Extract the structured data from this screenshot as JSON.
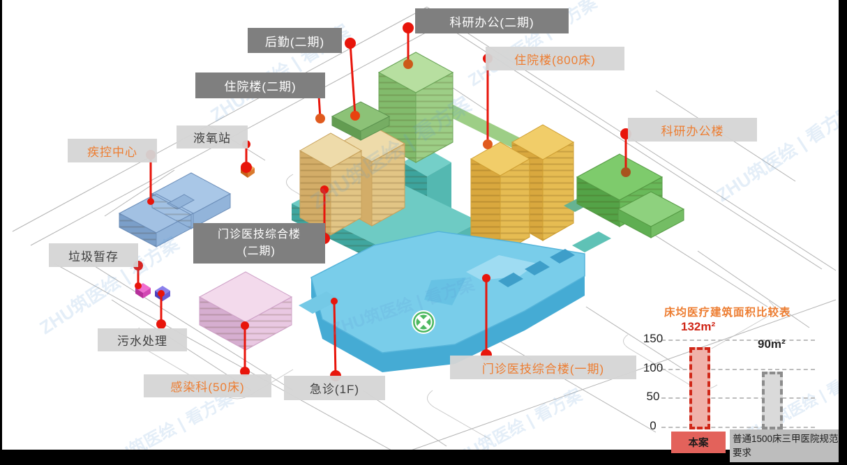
{
  "watermark": {
    "text": "ZHU筑医绘 | 看方案"
  },
  "labels": {
    "keyan_erqi": "科研办公(二期)",
    "houqin_erqi": "后勤(二期)",
    "zhuyuan_erqi": "住院楼(二期)",
    "zhuyuan_800": "住院楼(800床)",
    "keyan_bangonglou": "科研办公楼",
    "yeyangzhan": "液氧站",
    "jikong_zhongxin": "疾控中心",
    "menzhen_erqi_line1": "门诊医技综合楼",
    "menzhen_erqi_line2": "(二期)",
    "laji_zancun": "垃圾暂存",
    "wushui_chuli": "污水处理",
    "ganranke": "感染科(50床)",
    "jizhen": "急诊(1F)",
    "menzhen_yiqi": "门诊医技综合楼(一期)"
  },
  "chart_data": {
    "type": "bar",
    "title": "床均医疗建筑面积比较表",
    "categories": [
      "本案",
      "普通1500床三甲医院规范要求"
    ],
    "values": [
      132,
      90
    ],
    "value_labels": [
      "132m²",
      "90m²"
    ],
    "yticks": [
      150,
      100,
      50,
      0
    ],
    "ylim": [
      0,
      150
    ],
    "xlabel": "",
    "ylabel": "",
    "grid": "dashed-horizontal",
    "legend": "none",
    "colors": {
      "title": "#ED7D31",
      "bar1_fill": "#f0b2aa",
      "bar1_border": "#d02718",
      "bar1_value": "#d02718",
      "bar1_category_bg": "#e3625b",
      "bar2_fill": "#dadada",
      "bar2_border": "#8c8c8c",
      "bar2_value": "#262626",
      "bar2_category_bg": "#bdbdbd"
    }
  },
  "accent_colors": {
    "leader_line": "#e8150b",
    "endpoint_dot": "#cc5a1a",
    "label_dark_bg": "#7f7f7f",
    "label_light_bg": "#d5d5d5",
    "label_orange_text": "#ED7D31"
  }
}
